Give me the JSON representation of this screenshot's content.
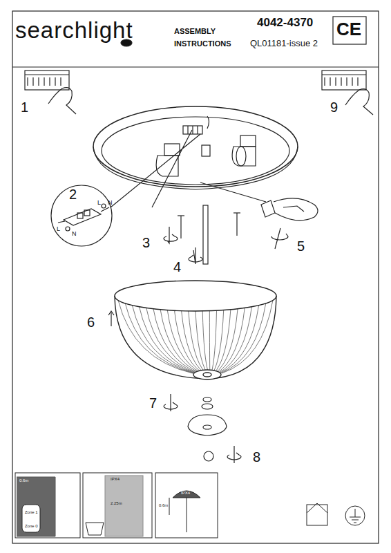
{
  "diagram": {
    "title": "ASSEMBLY INSTRUCTIONS",
    "labels": [
      "searchlight",
      "4042-4370",
      "CE",
      "QL01181-issue 2",
      "1",
      "9",
      "2",
      "L",
      "N",
      "L",
      "N",
      "3",
      "4",
      "5",
      "6",
      "7",
      "8",
      "0.6m",
      "Zone 1",
      "Zone 0",
      "IPX4",
      "2.25m",
      "0.6m",
      "IPX4"
    ]
  }
}
